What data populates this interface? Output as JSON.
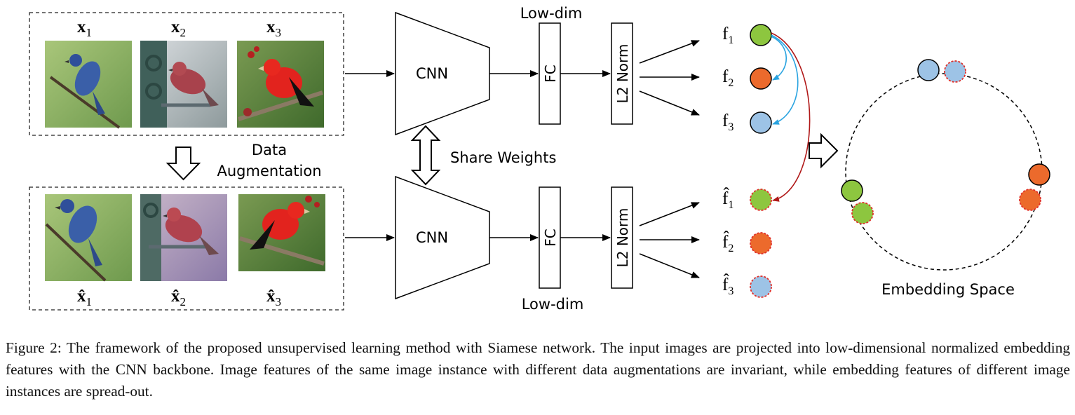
{
  "top_labels": [
    "x",
    "x",
    "x"
  ],
  "top_subscripts": [
    "1",
    "2",
    "3"
  ],
  "bottom_labels": [
    "x̂",
    "x̂",
    "x̂"
  ],
  "bottom_subscripts": [
    "1",
    "2",
    "3"
  ],
  "data_augmentation": [
    "Data",
    "Augmentation"
  ],
  "share_weights": "Share Weights",
  "cnn_label": "CNN",
  "fc_label": "FC",
  "l2_label": "L2 Norm",
  "low_dim": "Low-dim",
  "features_top": [
    "f",
    "f",
    "f"
  ],
  "features_bottom": [
    "f̂",
    "f̂",
    "f̂"
  ],
  "feature_subscripts": [
    "1",
    "2",
    "3"
  ],
  "embedding_space": "Embedding Space",
  "caption": "Figure 2: The framework of the proposed unsupervised learning method with Siamese network. The input images are projected into low-dimensional normalized embedding features with the CNN backbone. Image features of the same image instance with different data augmentations are invariant, while embedding features of different image instances are spread-out.",
  "colors": {
    "green": "#8dc63f",
    "orange": "#ec6a2c",
    "blue": "#9dc3e6",
    "dashed_red": "#e0302a",
    "arrow_blue": "#29a3e0",
    "arrow_red": "#b01818"
  },
  "images": [
    "indigo-bunting-image",
    "pine-grosbeak-image",
    "scarlet-tanager-image"
  ]
}
